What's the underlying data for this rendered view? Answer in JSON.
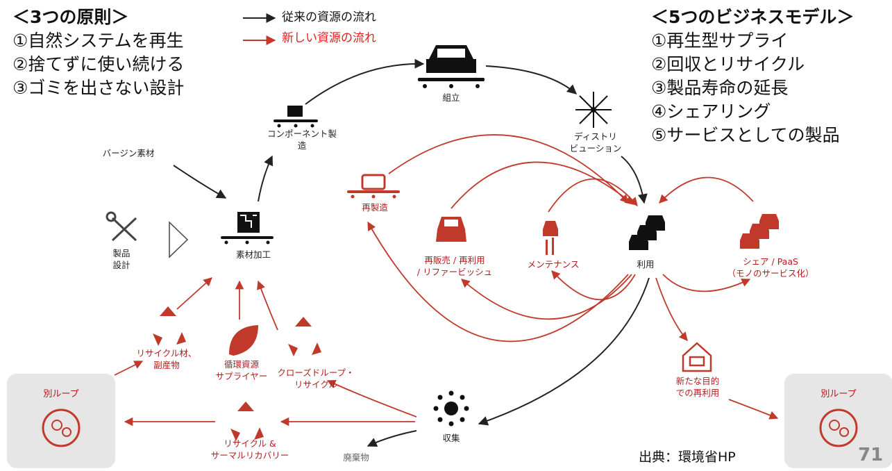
{
  "principles": {
    "title": "＜3つの原則＞",
    "items": [
      "①自然システムを再生",
      "②捨てずに使い続ける",
      "③ゴミを出さない設計"
    ]
  },
  "models": {
    "title": "＜5つのビジネスモデル＞",
    "items": [
      "①再生型サプライ",
      "②回収とリサイクル",
      "③製品寿命の延長",
      "④シェアリング",
      "⑤サービスとしての製品"
    ]
  },
  "legend": {
    "conventional": "従来の資源の流れ",
    "new": "新しい資源の流れ"
  },
  "nodes": {
    "assembly": "組立",
    "component": [
      "コンポーネント製",
      "造"
    ],
    "distribution": [
      "ディストリ",
      "ビューション"
    ],
    "virgin": "バージン素材",
    "remanufacture": "再製造",
    "resale": [
      "再販売 / 再利用",
      "/ リファービッシュ"
    ],
    "maintenance": "メンテナンス",
    "use": "利用",
    "share": [
      "シェア / PaaS",
      "（モノのサービス化）"
    ],
    "design": [
      "製品",
      "設計"
    ],
    "material": "素材加工",
    "recycled": [
      "リサイクル材、",
      "副産物"
    ],
    "circular_supplier": [
      "循環資源",
      "サプライヤー"
    ],
    "closed_loop": [
      "クローズドループ・",
      "リサイクル"
    ],
    "another_loop": "別ループ",
    "new_use": [
      "新たな目的",
      "での再利用"
    ],
    "recycle_thermal": [
      "リサイクル &",
      "サーマルリカバリー"
    ],
    "collection": "収集",
    "waste": "廃棄物"
  },
  "source": "出典：環境省HP",
  "page_number": "71",
  "colors": {
    "red": "#c0392b",
    "black": "#222222",
    "gray_box": "#e6e6e6"
  }
}
